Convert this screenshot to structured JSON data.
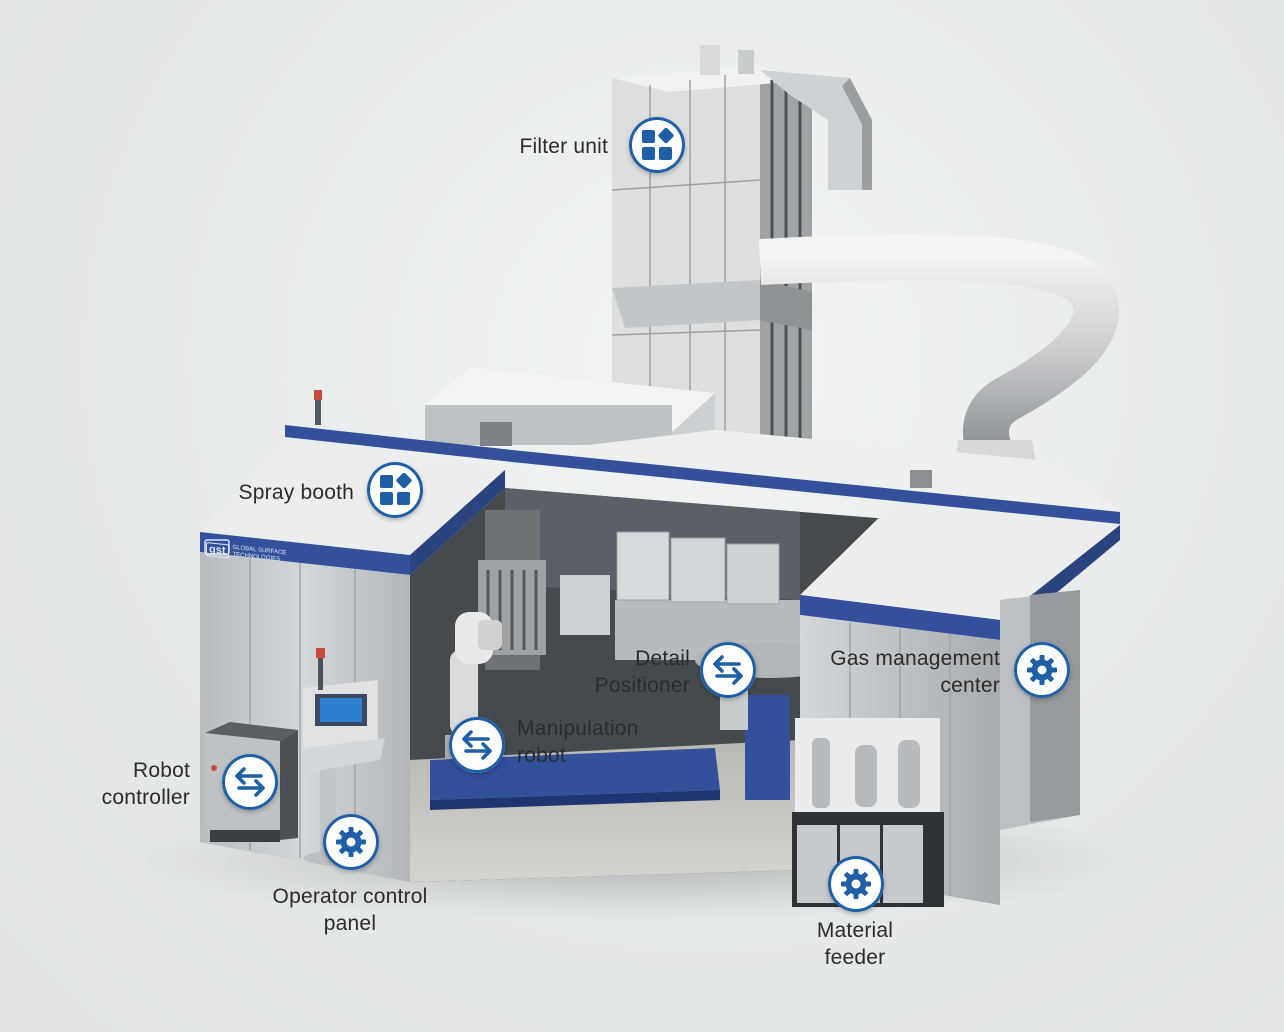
{
  "colors": {
    "accent": "#1e5fa6",
    "trim_blue": "#33509a",
    "panel_steel": "#c8cbcd",
    "roof": "#eceeee"
  },
  "brand": {
    "logo": "gst",
    "name_line1": "GLOBAL SURFACE",
    "name_line2": "TECHNOLOGIES"
  },
  "callouts": [
    {
      "id": "filter-unit",
      "label": "Filter unit",
      "icon": "modules-icon"
    },
    {
      "id": "spray-booth",
      "label": "Spray booth",
      "icon": "modules-icon"
    },
    {
      "id": "detail-positioner",
      "label": "Detail\nPositioner",
      "icon": "swap-arrows-icon"
    },
    {
      "id": "gas-management-center",
      "label": "Gas management\ncenter",
      "icon": "gear-icon"
    },
    {
      "id": "manipulation-robot",
      "label": "Manipulation\nrobot",
      "icon": "swap-arrows-icon"
    },
    {
      "id": "robot-controller",
      "label": "Robot\ncontroller",
      "icon": "swap-arrows-icon"
    },
    {
      "id": "operator-control-panel",
      "label": "Operator control\npanel",
      "icon": "gear-icon"
    },
    {
      "id": "material-feeder",
      "label": "Material\nfeeder",
      "icon": "gear-icon"
    }
  ]
}
